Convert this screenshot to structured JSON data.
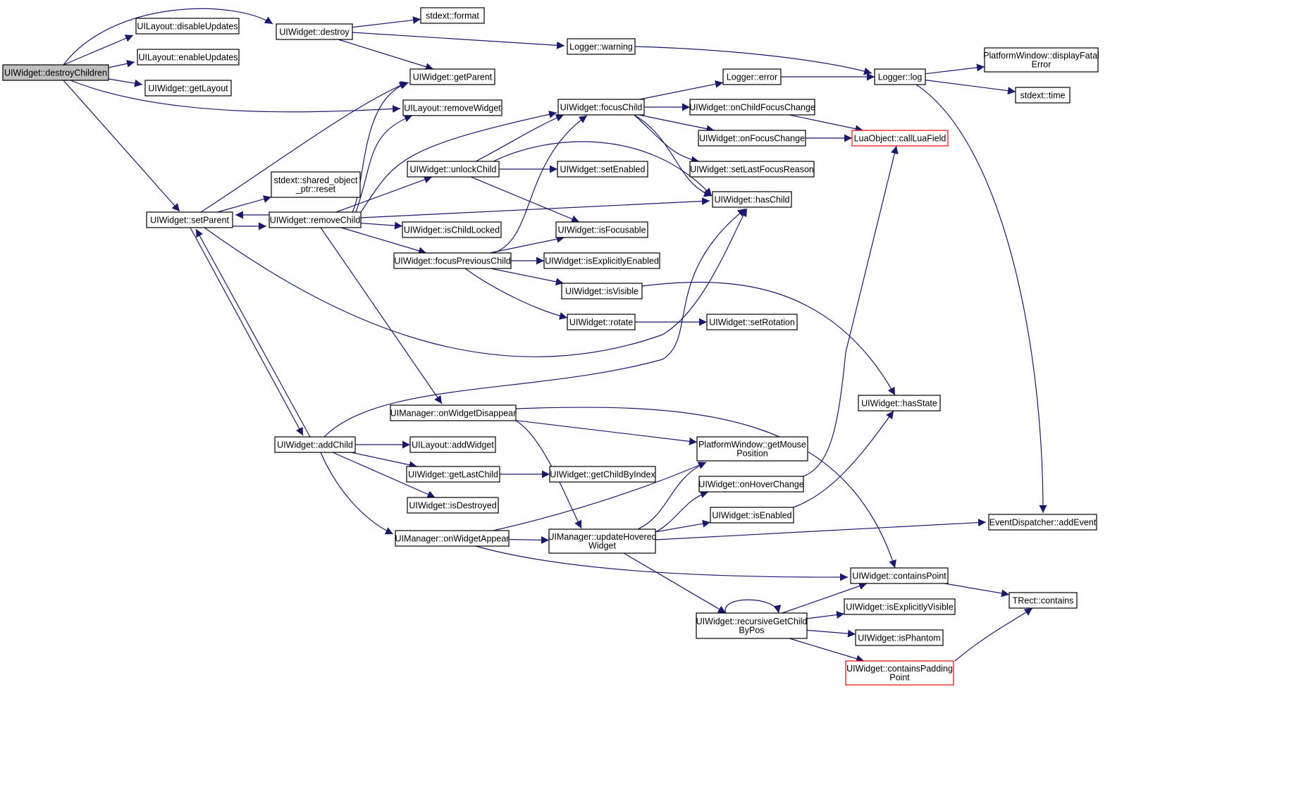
{
  "colors": {
    "edge": "#191970",
    "node_border": "#000000",
    "node_border_red": "#ff0000",
    "root_fill": "#bfbfbf"
  },
  "nodes": [
    {
      "id": "n0",
      "lines": [
        "UIWidget::destroyChildren"
      ],
      "style": "root"
    },
    {
      "id": "n1",
      "lines": [
        "UILayout::disableUpdates"
      ]
    },
    {
      "id": "n2",
      "lines": [
        "UILayout::enableUpdates"
      ]
    },
    {
      "id": "n3",
      "lines": [
        "UIWidget::getLayout"
      ]
    },
    {
      "id": "n4",
      "lines": [
        "UIWidget::destroy"
      ]
    },
    {
      "id": "n5",
      "lines": [
        "stdext::format"
      ]
    },
    {
      "id": "n6",
      "lines": [
        "Logger::warning"
      ]
    },
    {
      "id": "n7",
      "lines": [
        "UIWidget::getParent"
      ]
    },
    {
      "id": "n8",
      "lines": [
        "UILayout::removeWidget"
      ]
    },
    {
      "id": "n9",
      "lines": [
        "Logger::error"
      ]
    },
    {
      "id": "n10",
      "lines": [
        "Logger::log"
      ]
    },
    {
      "id": "n11",
      "lines": [
        "PlatformWindow::displayFatal",
        "Error"
      ]
    },
    {
      "id": "n12",
      "lines": [
        "stdext::time"
      ]
    },
    {
      "id": "n13",
      "lines": [
        "UIWidget::focusChild"
      ]
    },
    {
      "id": "n14",
      "lines": [
        "UIWidget::onChildFocusChange"
      ]
    },
    {
      "id": "n15",
      "lines": [
        "UIWidget::onFocusChange"
      ]
    },
    {
      "id": "n16",
      "lines": [
        "LuaObject::callLuaField"
      ],
      "style": "red"
    },
    {
      "id": "n17",
      "lines": [
        "UIWidget::setLastFocusReason"
      ]
    },
    {
      "id": "n18",
      "lines": [
        "UIWidget::unlockChild"
      ]
    },
    {
      "id": "n19",
      "lines": [
        "UIWidget::setEnabled"
      ]
    },
    {
      "id": "n20",
      "lines": [
        "stdext::shared_object",
        "_ptr::reset"
      ]
    },
    {
      "id": "n21",
      "lines": [
        "UIWidget::hasChild"
      ]
    },
    {
      "id": "n22",
      "lines": [
        "UIWidget::setParent"
      ]
    },
    {
      "id": "n23",
      "lines": [
        "UIWidget::removeChild"
      ]
    },
    {
      "id": "n24",
      "lines": [
        "UIWidget::isChildLocked"
      ]
    },
    {
      "id": "n25",
      "lines": [
        "UIWidget::isFocusable"
      ]
    },
    {
      "id": "n26",
      "lines": [
        "UIWidget::focusPreviousChild"
      ]
    },
    {
      "id": "n27",
      "lines": [
        "UIWidget::isExplicitlyEnabled"
      ]
    },
    {
      "id": "n28",
      "lines": [
        "UIWidget::isVisible"
      ]
    },
    {
      "id": "n29",
      "lines": [
        "UIWidget::rotate"
      ]
    },
    {
      "id": "n30",
      "lines": [
        "UIWidget::setRotation"
      ]
    },
    {
      "id": "n31",
      "lines": [
        "UIManager::onWidgetDisappear"
      ]
    },
    {
      "id": "n32",
      "lines": [
        "UIWidget::hasState"
      ]
    },
    {
      "id": "n33",
      "lines": [
        "UIWidget::addChild"
      ]
    },
    {
      "id": "n34",
      "lines": [
        "UILayout::addWidget"
      ]
    },
    {
      "id": "n35",
      "lines": [
        "PlatformWindow::getMouse",
        "Position"
      ]
    },
    {
      "id": "n36",
      "lines": [
        "UIWidget::getLastChild"
      ]
    },
    {
      "id": "n37",
      "lines": [
        "UIWidget::getChildByIndex"
      ]
    },
    {
      "id": "n38",
      "lines": [
        "UIWidget::onHoverChange"
      ]
    },
    {
      "id": "n39",
      "lines": [
        "UIWidget::isDestroyed"
      ]
    },
    {
      "id": "n40",
      "lines": [
        "UIWidget::isEnabled"
      ]
    },
    {
      "id": "n41",
      "lines": [
        "EventDispatcher::addEvent"
      ]
    },
    {
      "id": "n42",
      "lines": [
        "UIManager::onWidgetAppear"
      ]
    },
    {
      "id": "n43",
      "lines": [
        "UIManager::updateHovered",
        "Widget"
      ]
    },
    {
      "id": "n44",
      "lines": [
        "UIWidget::containsPoint"
      ]
    },
    {
      "id": "n45",
      "lines": [
        "TRect::contains"
      ]
    },
    {
      "id": "n46",
      "lines": [
        "UIWidget::recursiveGetChild",
        "ByPos"
      ]
    },
    {
      "id": "n47",
      "lines": [
        "UIWidget::isExplicitlyVisible"
      ]
    },
    {
      "id": "n48",
      "lines": [
        "UIWidget::isPhantom"
      ]
    },
    {
      "id": "n49",
      "lines": [
        "UIWidget::containsPadding",
        "Point"
      ],
      "style": "red"
    }
  ],
  "edges": [
    [
      "n0",
      "n1"
    ],
    [
      "n0",
      "n2"
    ],
    [
      "n0",
      "n3"
    ],
    [
      "n0",
      "n4"
    ],
    [
      "n0",
      "n8"
    ],
    [
      "n0",
      "n22"
    ],
    [
      "n4",
      "n5"
    ],
    [
      "n4",
      "n6"
    ],
    [
      "n4",
      "n7"
    ],
    [
      "n6",
      "n10"
    ],
    [
      "n10",
      "n11"
    ],
    [
      "n10",
      "n12"
    ],
    [
      "n10",
      "n41"
    ],
    [
      "n9",
      "n10"
    ],
    [
      "n13",
      "n9"
    ],
    [
      "n13",
      "n14"
    ],
    [
      "n13",
      "n15"
    ],
    [
      "n13",
      "n17"
    ],
    [
      "n13",
      "n21"
    ],
    [
      "n14",
      "n16"
    ],
    [
      "n15",
      "n16"
    ],
    [
      "n18",
      "n13"
    ],
    [
      "n18",
      "n19"
    ],
    [
      "n18",
      "n25"
    ],
    [
      "n18",
      "n21"
    ],
    [
      "n22",
      "n7"
    ],
    [
      "n22",
      "n20"
    ],
    [
      "n22",
      "n23"
    ],
    [
      "n22",
      "n33"
    ],
    [
      "n22",
      "n21"
    ],
    [
      "n23",
      "n7"
    ],
    [
      "n23",
      "n8"
    ],
    [
      "n23",
      "n13"
    ],
    [
      "n23",
      "n18"
    ],
    [
      "n23",
      "n21"
    ],
    [
      "n23",
      "n24"
    ],
    [
      "n23",
      "n26"
    ],
    [
      "n23",
      "n31"
    ],
    [
      "n23",
      "n22"
    ],
    [
      "n26",
      "n13"
    ],
    [
      "n26",
      "n25"
    ],
    [
      "n26",
      "n27"
    ],
    [
      "n26",
      "n28"
    ],
    [
      "n26",
      "n29"
    ],
    [
      "n28",
      "n32"
    ],
    [
      "n29",
      "n30"
    ],
    [
      "n31",
      "n35"
    ],
    [
      "n31",
      "n43"
    ],
    [
      "n31",
      "n44"
    ],
    [
      "n33",
      "n22"
    ],
    [
      "n33",
      "n34"
    ],
    [
      "n33",
      "n36"
    ],
    [
      "n33",
      "n39"
    ],
    [
      "n33",
      "n42"
    ],
    [
      "n33",
      "n21"
    ],
    [
      "n36",
      "n37"
    ],
    [
      "n42",
      "n35"
    ],
    [
      "n42",
      "n43"
    ],
    [
      "n42",
      "n44"
    ],
    [
      "n43",
      "n35"
    ],
    [
      "n43",
      "n38"
    ],
    [
      "n43",
      "n40"
    ],
    [
      "n43",
      "n41"
    ],
    [
      "n43",
      "n46"
    ],
    [
      "n38",
      "n16"
    ],
    [
      "n40",
      "n32"
    ],
    [
      "n44",
      "n45"
    ],
    [
      "n46",
      "n46"
    ],
    [
      "n46",
      "n44"
    ],
    [
      "n46",
      "n47"
    ],
    [
      "n46",
      "n48"
    ],
    [
      "n46",
      "n49"
    ],
    [
      "n49",
      "n45"
    ]
  ]
}
